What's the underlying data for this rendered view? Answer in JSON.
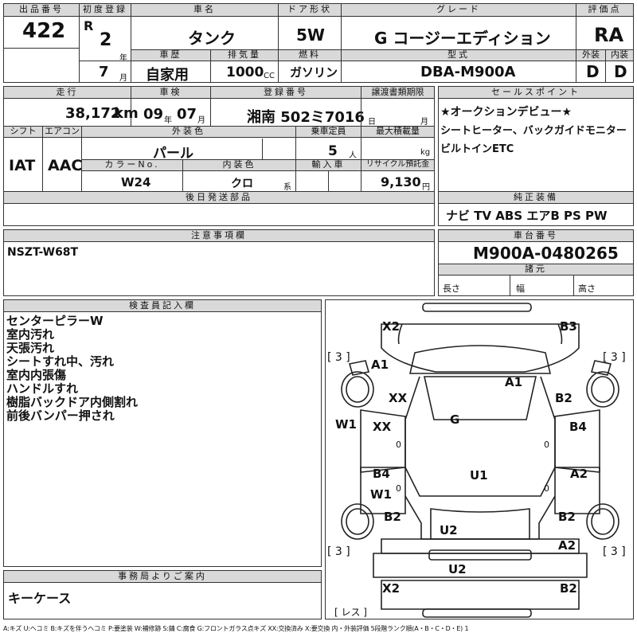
{
  "top": {
    "lot_label": "出品番号",
    "lot_no": "422",
    "first_reg_label": "初度登録",
    "era": "R",
    "year": "2",
    "year_unit": "年",
    "month": "7",
    "month_unit": "月",
    "name_label": "車名",
    "name": "タンク",
    "door_label": "ドア形状",
    "door": "5W",
    "grade_label": "グレード",
    "grade": "G コージーエディション",
    "score_label": "評価点",
    "score": "RA",
    "history_label": "車歴",
    "history": "自家用",
    "displacement_label": "排気量",
    "displacement": "1000",
    "displacement_unit": "CC",
    "fuel_label": "燃料",
    "fuel": "ガソリン",
    "model_label": "型式",
    "model": "DBA-M900A",
    "ext_label": "外装",
    "ext": "D",
    "int_label": "内装",
    "int": "D"
  },
  "second": {
    "mileage_label": "走行",
    "mileage": "38,172",
    "mileage_unit": "km",
    "inspection_label": "車検",
    "insp_year": "09",
    "insp_year_unit": "年",
    "insp_month": "07",
    "insp_month_unit": "月",
    "plate_label": "登録番号",
    "plate": "湘南 502ミ7016",
    "transfer_label": "譲渡書類期限",
    "transfer_day": "日",
    "transfer_month": "月",
    "sales_label": "セールスポイント",
    "sales_lines": [
      "★オークションデビュー★",
      "シートヒーター、バックガイドモニター",
      "ビルトインETC"
    ],
    "shift_label": "シフト",
    "shift": "IAT",
    "ac_label": "エアコン",
    "ac": "AAC",
    "color_label": "外装色",
    "color": "パール",
    "capacity_label": "乗車定員",
    "capacity": "5",
    "capacity_unit": "人",
    "load_label": "最大積載量",
    "load_unit": "kg",
    "colorno_label": "カラーNo.",
    "colorno": "W24",
    "intcolor_label": "内装色",
    "intcolor": "クロ",
    "intcolor_unit": "系",
    "import_label": "輸入車",
    "recycle_label": "リサイクル預託金",
    "recycle": "9,130",
    "recycle_unit": "円",
    "later_label": "後日発送部品",
    "equip_label": "純正装備",
    "equip": "ナビ TV ABS エアB PS PW"
  },
  "notes_box": {
    "label": "注意事項欄",
    "text": "NSZT-W68T"
  },
  "chassis": {
    "label": "車台番号",
    "value": "M900A-0480265",
    "dims_label": "諸元",
    "length_label": "長さ",
    "width_label": "幅",
    "height_label": "高さ"
  },
  "inspector": {
    "label": "検査員記入欄",
    "lines": [
      "センターピラーW",
      "室内汚れ",
      "天張汚れ",
      "シートすれ中、汚れ",
      "室内内張傷",
      "ハンドルすれ",
      "樹脂バックドア内側割れ",
      "前後バンパー押され"
    ]
  },
  "diagram": {
    "labels": [
      "X2",
      "B3",
      "A1",
      "A1",
      "XX",
      "B2",
      "G",
      "W1",
      "XX",
      "B4",
      "B4",
      "U1",
      "A2",
      "W1",
      "B2",
      "B2",
      "U2",
      "A2",
      "X2",
      "B2",
      "U2"
    ],
    "tires": [
      "[ 3 ]",
      "[ 3 ]",
      "[ 3 ]",
      "[ 3 ]"
    ],
    "small": [
      "0",
      "0",
      "0",
      "0"
    ],
    "spare": "[ レス ]"
  },
  "office": {
    "label": "事務局よりご案内",
    "text": "キーケース"
  },
  "legend": "A:キズ U:ヘコミ B:キズを伴うヘコミ P:要塗装 W:補修跡 S:錆 C:腐食 G:フロントガラス点キズ XX:交換済み X:要交換 内・外装評価 5段階ランク順(A・B・C・D・E) 1"
}
